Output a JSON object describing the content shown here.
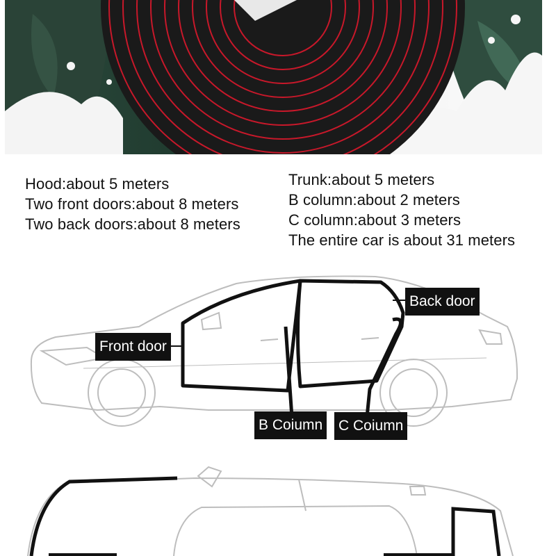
{
  "specs": {
    "left": [
      "Hood:about 5 meters",
      "Two front doors:about 8 meters",
      "Two back doors:about 8 meters"
    ],
    "right": [
      "Trunk:about 5 meters",
      "B column:about 2 meters",
      "C column:about 3 meters",
      "The entire car is about 31 meters"
    ]
  },
  "labels": {
    "front_door": "Front door",
    "back_door": "Back door",
    "b_column": "B Coiumn",
    "c_column": "C Coiumn"
  },
  "colors": {
    "seal_black": "#111111",
    "seal_red": "#c8182a",
    "leaf_green": "#2c4a3d",
    "outline_gray": "#bdbdbd"
  }
}
